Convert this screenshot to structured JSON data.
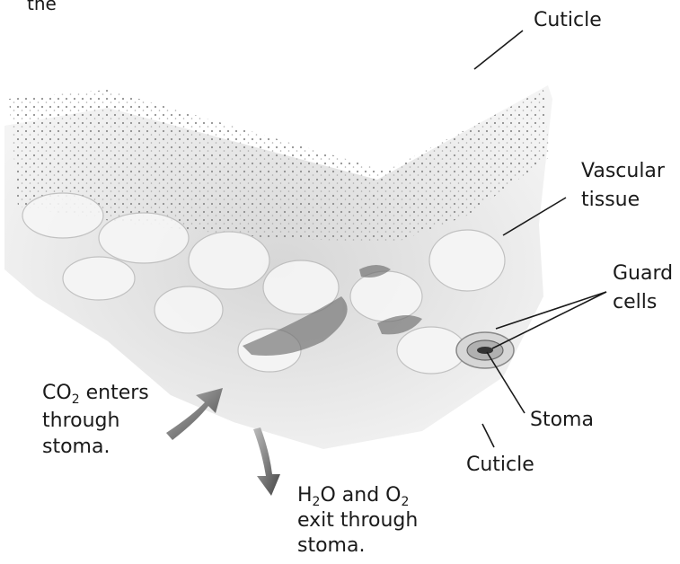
{
  "labels": {
    "top_fragment": "the",
    "cuticle_top": "Cuticle",
    "vascular_line1": "Vascular",
    "vascular_line2": "tissue",
    "guard_line1": "Guard",
    "guard_line2": "cells",
    "stoma": "Stoma",
    "cuticle_bottom": "Cuticle",
    "co2": {
      "co": "CO",
      "sub": "2",
      "rest": " enters",
      "line2": "through",
      "line3": "stoma."
    },
    "h2o": {
      "h": "H",
      "h_sub": "2",
      "mid": "O and O",
      "o_sub": "2",
      "line2": "exit through",
      "line3": "stoma."
    }
  },
  "colors": {
    "text": "#1a1a1a",
    "leaf_fill": "#e6e6e6",
    "cell_dots": "#8a8a8a",
    "arrow": "#555555"
  }
}
